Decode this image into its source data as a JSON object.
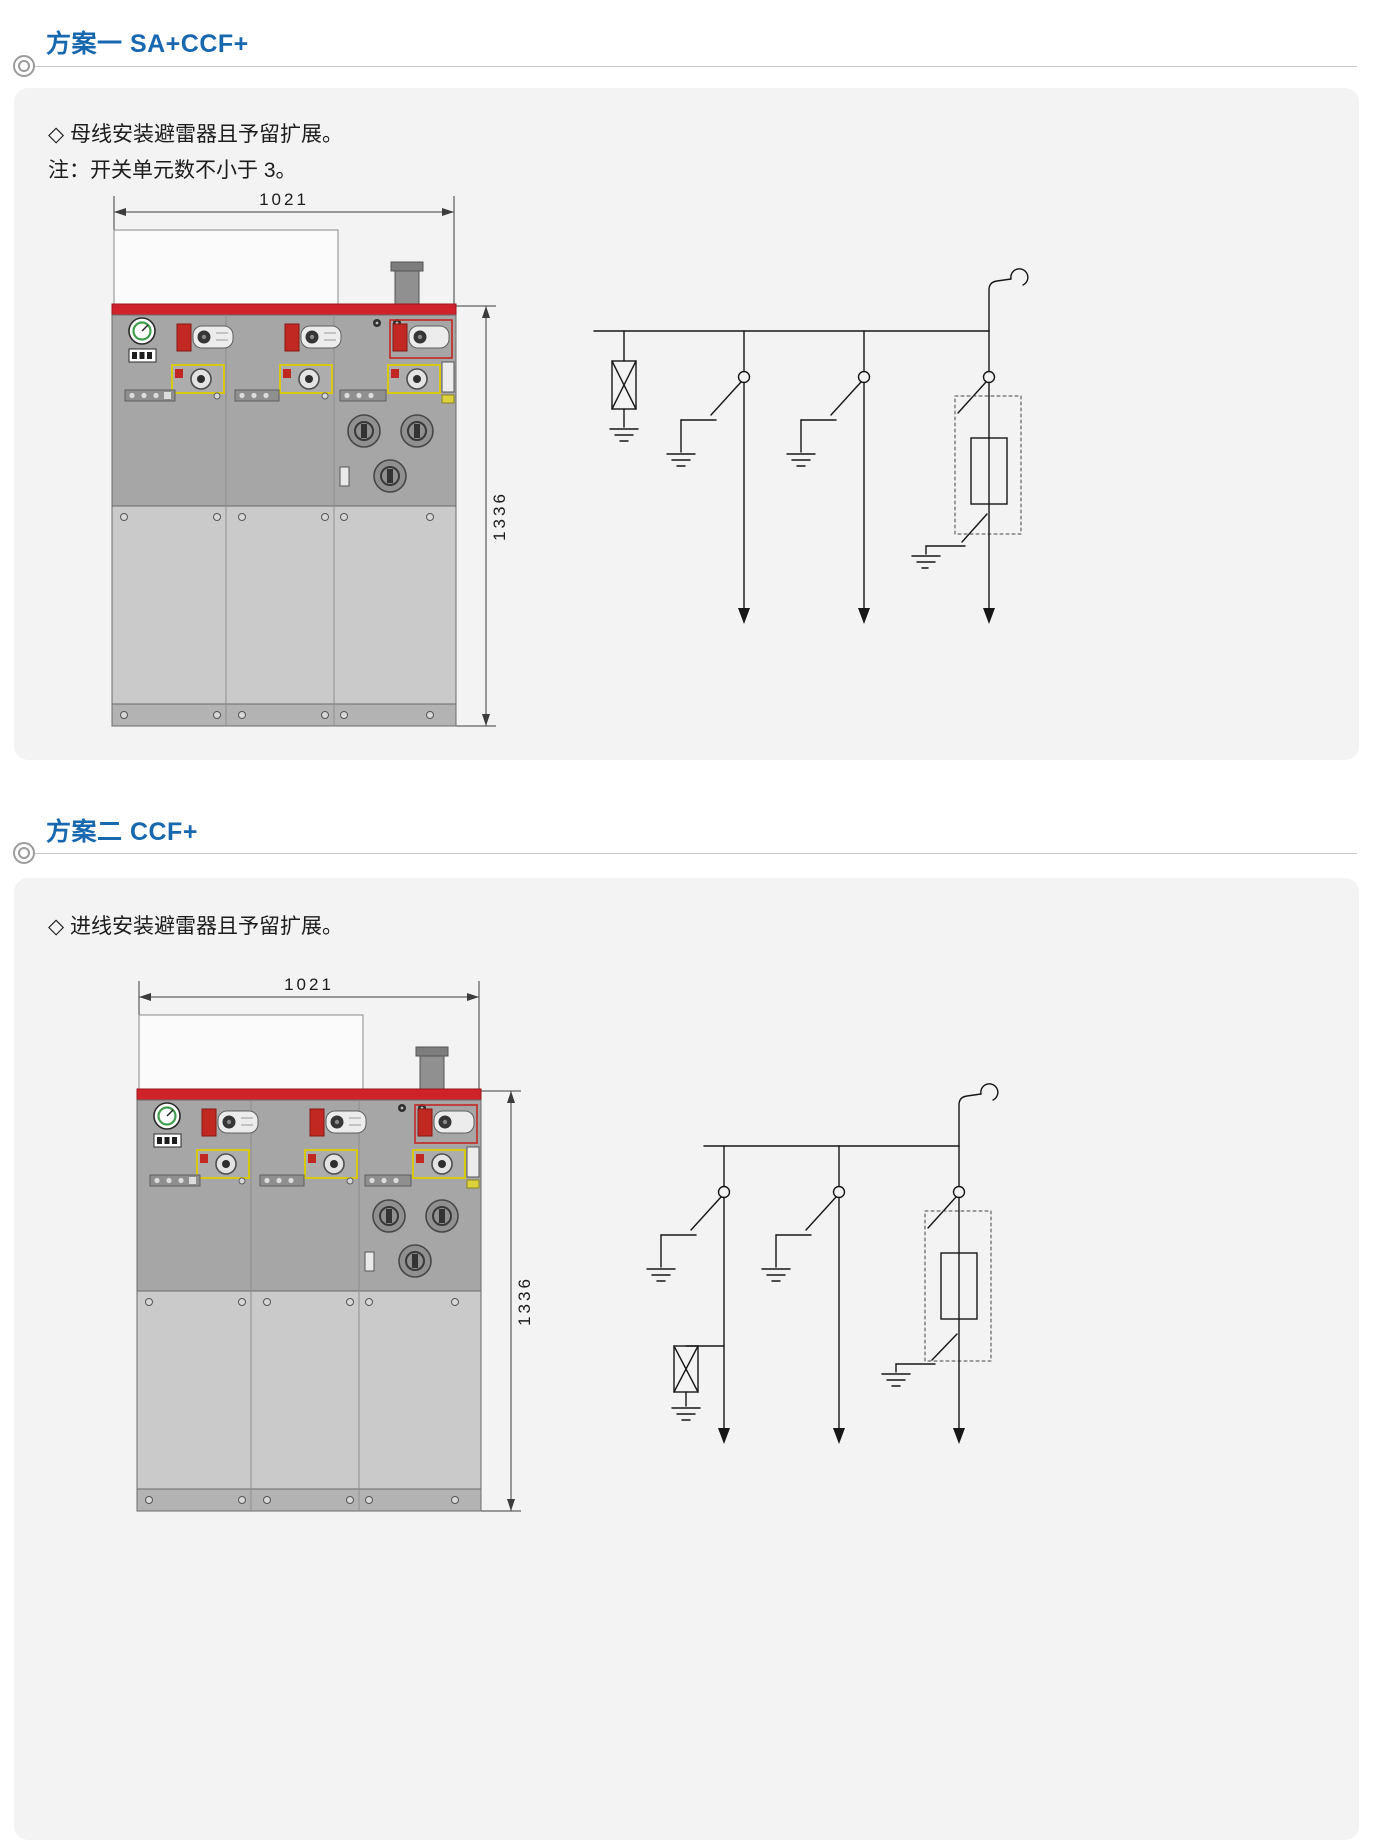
{
  "scheme1": {
    "title": "方案一 SA+CCF+",
    "desc": "◇ 母线安装避雷器且予留扩展。",
    "note": "注：开关单元数不小于 3。",
    "dims": {
      "width": "1021",
      "height": "1336"
    }
  },
  "scheme2": {
    "title": "方案二 CCF+",
    "desc": "◇ 进线安装避雷器且予留扩展。",
    "dims": {
      "width": "1021",
      "height": "1336"
    }
  },
  "colors": {
    "heading_blue": "#1868b0",
    "panel_bg": "#f3f3f4",
    "cabinet_red_strip": "#cf222b",
    "cabinet_body_gray": "#a6a6a6",
    "cabinet_door_gray": "#cacaca",
    "line_black": "#161616"
  },
  "icons": {
    "divider_ring": "double-ring-ornament",
    "bullet": "hollow-diamond"
  }
}
